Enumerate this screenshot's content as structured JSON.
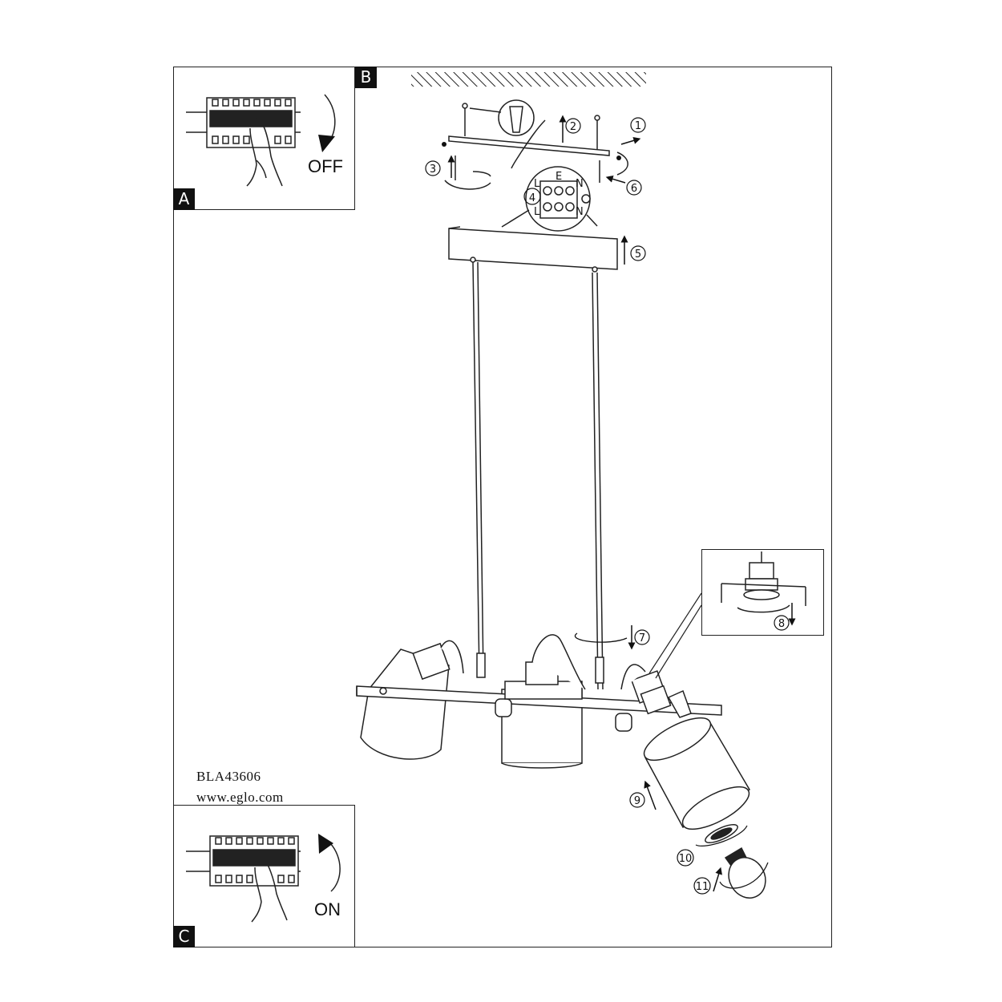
{
  "panels": {
    "a": {
      "tag": "A",
      "switch_label": "OFF"
    },
    "b": {
      "tag": "B"
    },
    "c": {
      "tag": "C",
      "switch_label": "ON"
    }
  },
  "model": {
    "code": "BLA43606",
    "website": "www.eglo.com"
  },
  "terminal": {
    "top_labels": [
      "L",
      "E",
      "N"
    ],
    "bottom_labels": [
      "L",
      "",
      "N"
    ]
  },
  "steps": [
    "1",
    "2",
    "3",
    "4",
    "5",
    "6",
    "7",
    "8",
    "9",
    "10",
    "11"
  ]
}
